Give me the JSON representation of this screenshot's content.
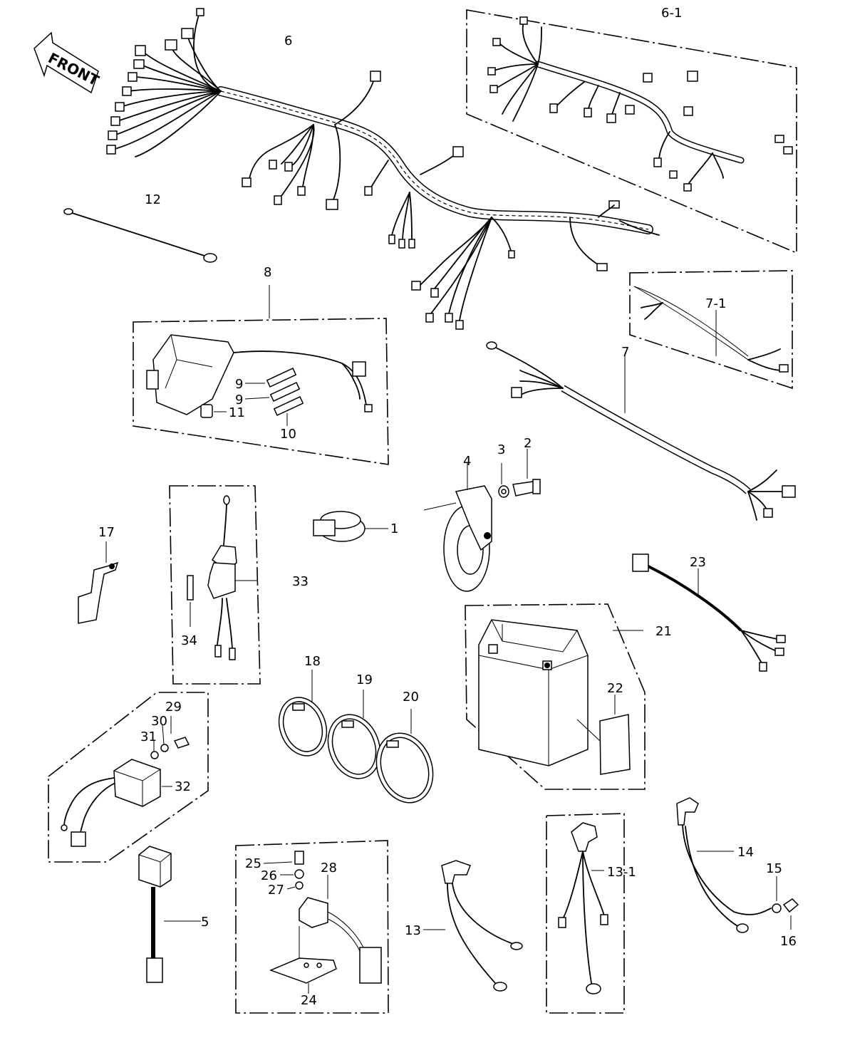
{
  "front_label": "FRONT",
  "labels": [
    {
      "id": "l6",
      "text": "6"
    },
    {
      "id": "l6_1",
      "text": "6-1"
    },
    {
      "id": "l12",
      "text": "12"
    },
    {
      "id": "l8",
      "text": "8"
    },
    {
      "id": "l9a",
      "text": "9"
    },
    {
      "id": "l9b",
      "text": "9"
    },
    {
      "id": "l10",
      "text": "10"
    },
    {
      "id": "l11",
      "text": "11"
    },
    {
      "id": "l7",
      "text": "7"
    },
    {
      "id": "l7_1",
      "text": "7-1"
    },
    {
      "id": "l4",
      "text": "4"
    },
    {
      "id": "l3",
      "text": "3"
    },
    {
      "id": "l2",
      "text": "2"
    },
    {
      "id": "l1",
      "text": "1"
    },
    {
      "id": "l17",
      "text": "17"
    },
    {
      "id": "l33",
      "text": "33"
    },
    {
      "id": "l34",
      "text": "34"
    },
    {
      "id": "l23",
      "text": "23"
    },
    {
      "id": "l21",
      "text": "21"
    },
    {
      "id": "l22",
      "text": "22"
    },
    {
      "id": "l18",
      "text": "18"
    },
    {
      "id": "l19",
      "text": "19"
    },
    {
      "id": "l20",
      "text": "20"
    },
    {
      "id": "l29",
      "text": "29"
    },
    {
      "id": "l30",
      "text": "30"
    },
    {
      "id": "l31",
      "text": "31"
    },
    {
      "id": "l32",
      "text": "32"
    },
    {
      "id": "l5",
      "text": "5"
    },
    {
      "id": "l25",
      "text": "25"
    },
    {
      "id": "l26",
      "text": "26"
    },
    {
      "id": "l27",
      "text": "27"
    },
    {
      "id": "l28",
      "text": "28"
    },
    {
      "id": "l24",
      "text": "24"
    },
    {
      "id": "l13",
      "text": "13"
    },
    {
      "id": "l13_1",
      "text": "13-1"
    },
    {
      "id": "l14",
      "text": "14"
    },
    {
      "id": "l15",
      "text": "15"
    },
    {
      "id": "l16",
      "text": "16"
    }
  ]
}
